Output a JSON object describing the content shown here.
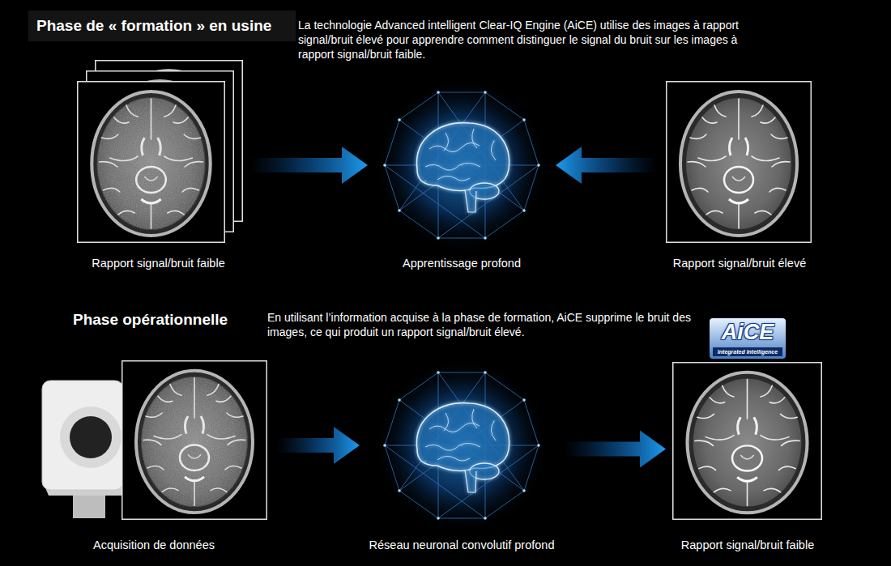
{
  "diagram": {
    "nodes": [
      {
        "text": [
          "Rapport signal/bruit faible"
        ]
      },
      {
        "text": [
          "Apprentissage profond"
        ]
      },
      {
        "text": [
          "Rapport signal/bruit élevé"
        ]
      },
      {
        "text": [
          "Acquisition de données"
        ]
      },
      {
        "text": [
          "Réseau neuronal convolutif profond"
        ]
      },
      {
        "text": [
          "Rapport signal/bruit faible"
        ]
      }
    ],
    "edges": [
      {
        "from": 0,
        "to": 1,
        "arrow": "to"
      },
      {
        "from": 2,
        "to": 1,
        "arrow": "to"
      },
      {
        "from": 3,
        "to": 4,
        "arrow": "to"
      },
      {
        "from": 4,
        "to": 5,
        "arrow": "to"
      }
    ],
    "labels": [
      "Phase de « formation » en usine",
      "La technologie Advanced intelligent Clear-IQ Engine (AiCE) utilise des images à rapport signal/bruit élevé pour apprendre comment distinguer le signal du bruit sur les images à rapport signal/bruit faible.",
      "Phase opérationnelle",
      "En utilisant l’information acquise à la phase de formation, AiCE supprime le bruit des images, ce qui produit un rapport signal/bruit élevé.",
      "AiCE",
      "Integrated Intelligence"
    ]
  }
}
